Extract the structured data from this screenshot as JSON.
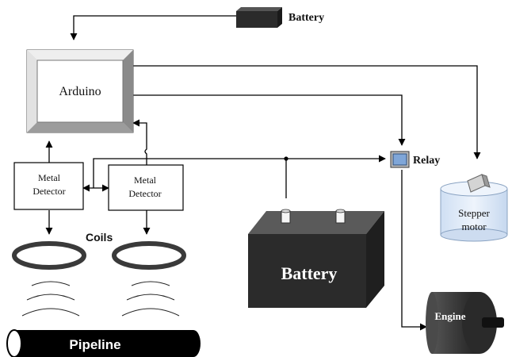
{
  "labels": {
    "battery_small": "Battery",
    "arduino": "Arduino",
    "detector_left_line1": "Metal",
    "detector_left_line2": "Detector",
    "detector_right_line1": "Metal",
    "detector_right_line2": "Detector",
    "coils": "Coils",
    "pipeline": "Pipeline",
    "battery_large": "Battery",
    "relay": "Relay",
    "stepper_line1": "Stepper",
    "stepper_line2": "motor",
    "engine": "Engine"
  },
  "icons": {
    "battery_small": "battery-icon",
    "battery_large": "car-battery-icon",
    "relay": "relay-icon",
    "stepper": "stepper-motor-icon",
    "engine": "engine-icon",
    "coil": "coil-ring-icon",
    "pipeline": "pipe-icon"
  },
  "colors": {
    "battery_dark": "#2b2b2b",
    "relay_blue": "#7fa6d8",
    "stepper_fill": "#e2ecf8",
    "engine_fill": "#3a3a3a",
    "coil_stroke": "#3a3a3a",
    "pipeline": "#000000"
  }
}
